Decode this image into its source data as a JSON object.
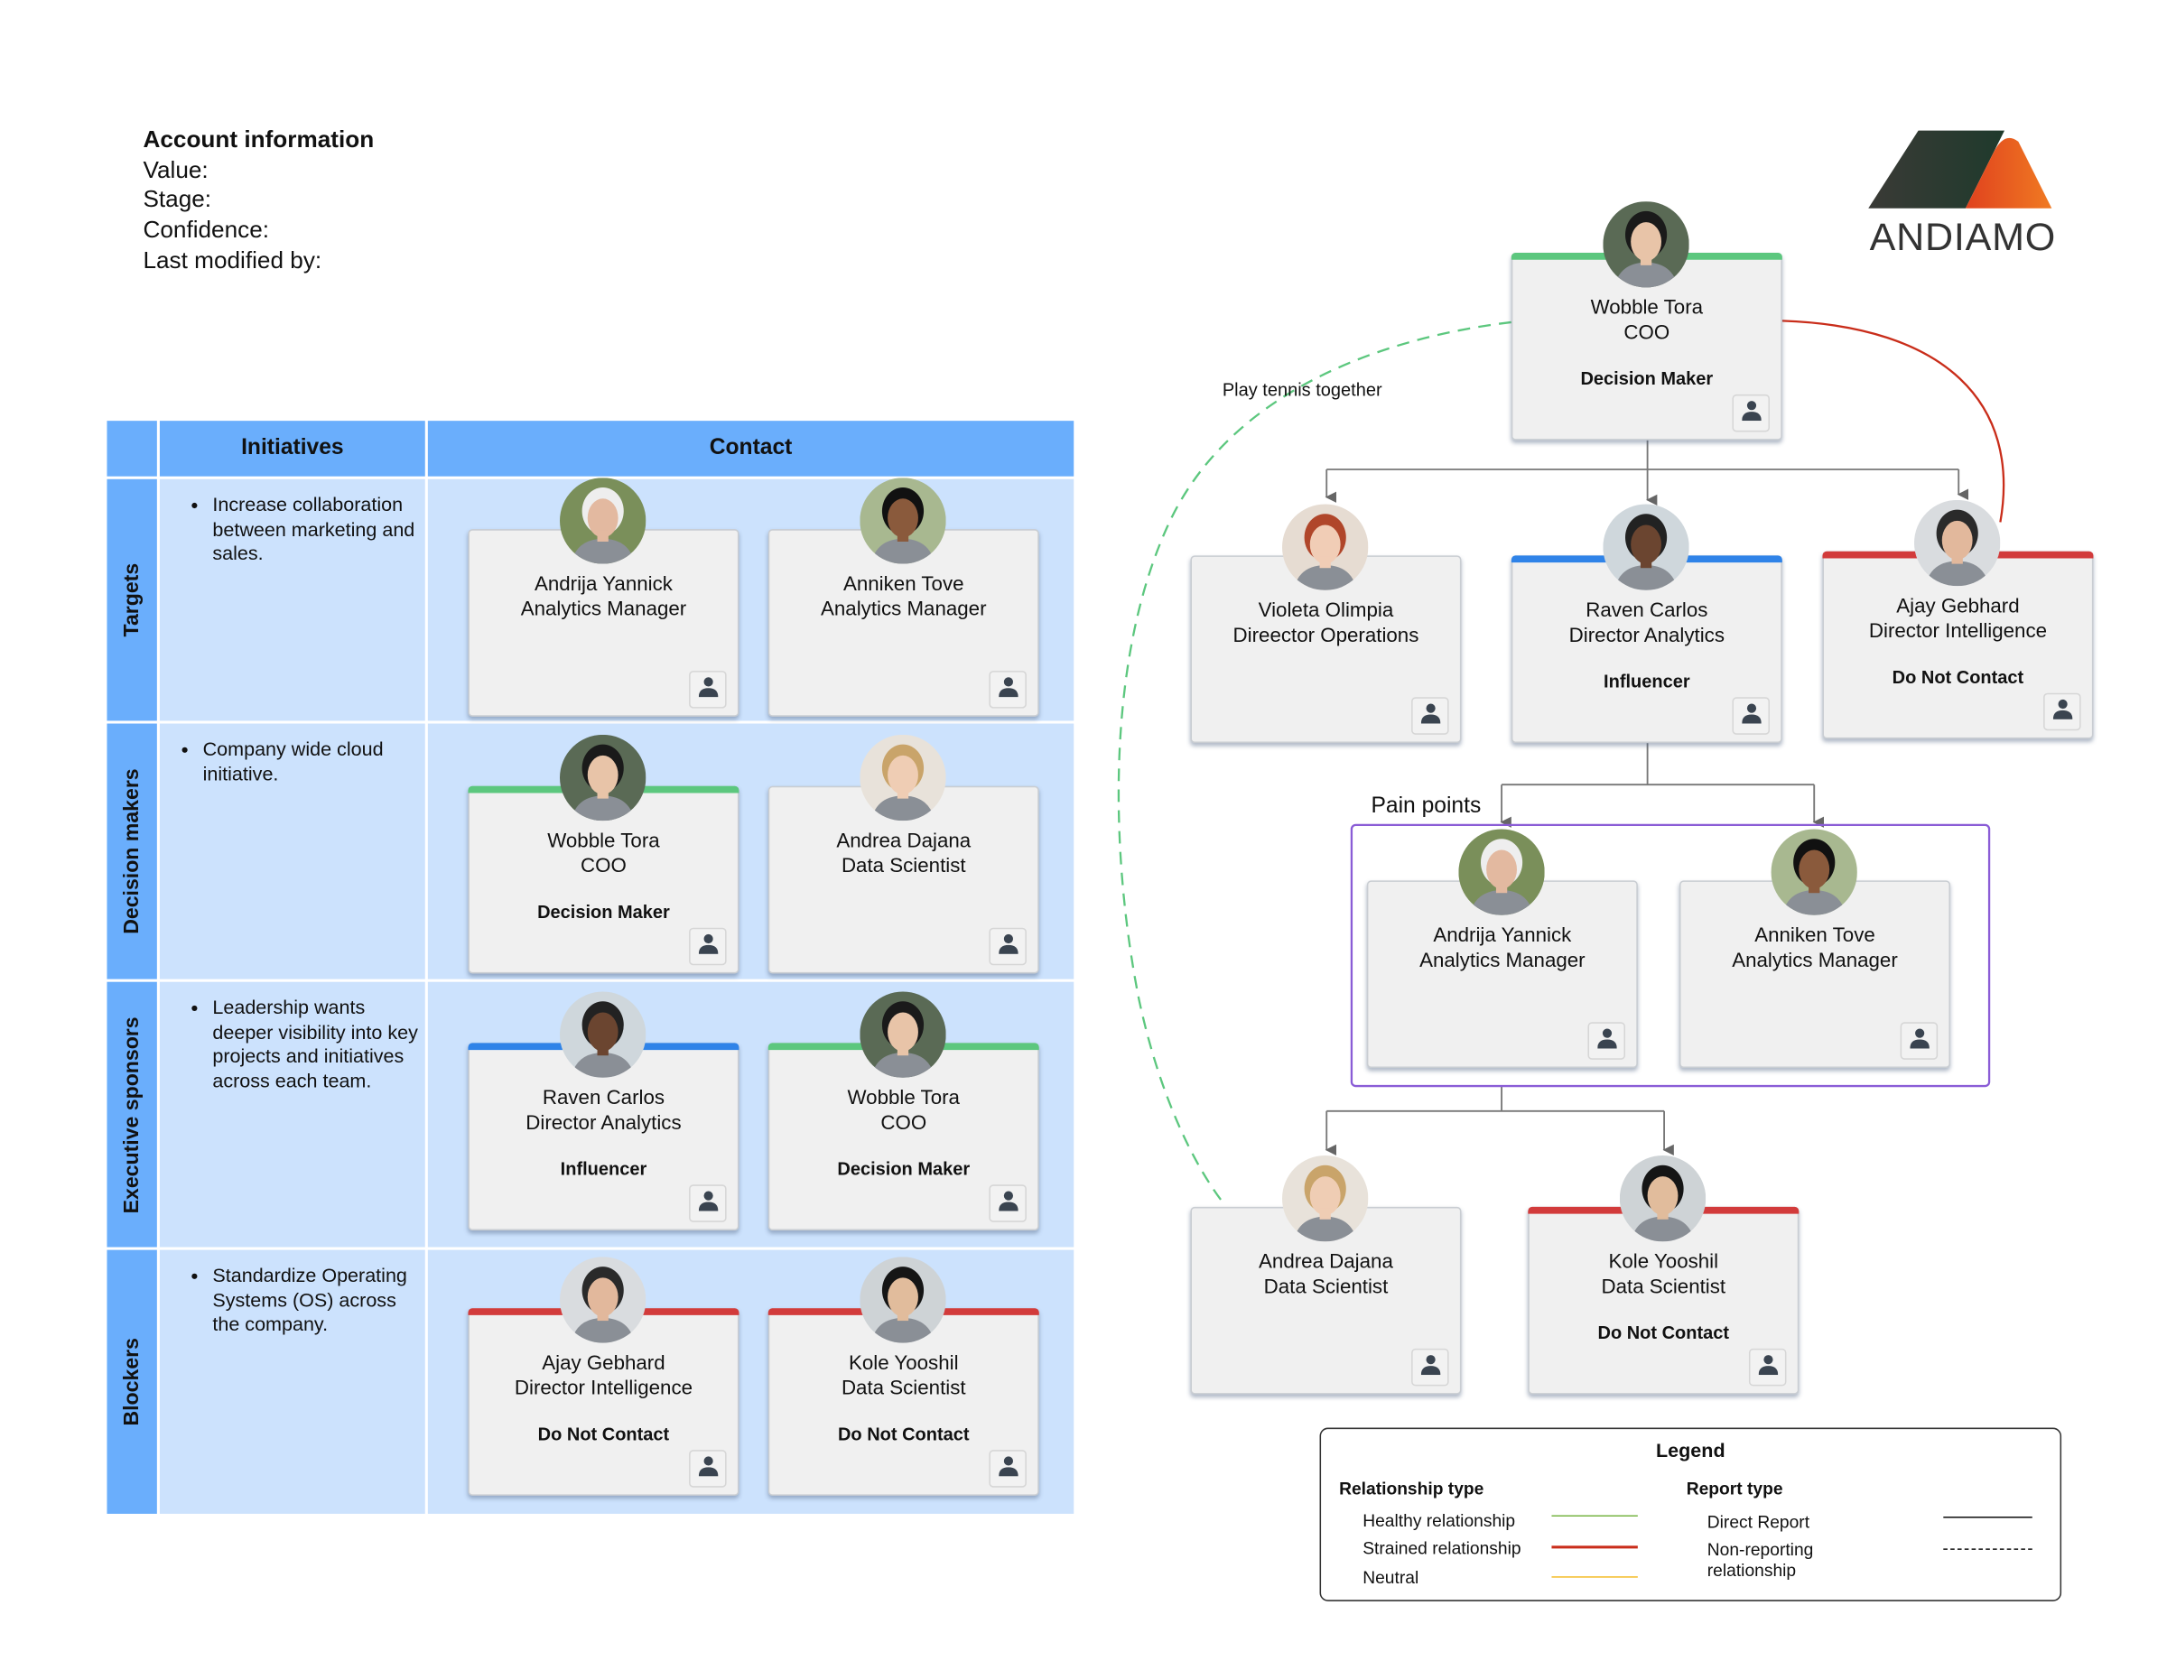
{
  "account": {
    "title": "Account information",
    "fields": [
      "Value:",
      "Stage:",
      "Confidence:",
      "Last modified by:"
    ]
  },
  "logo": {
    "text": "ANDIAMO"
  },
  "table": {
    "headers": {
      "initiatives": "Initiatives",
      "contact": "Contact"
    },
    "rows": [
      {
        "label": "Targets",
        "initiative": "Increase collaboration between marketing and sales."
      },
      {
        "label": "Decision makers",
        "initiative": "Company wide cloud initiative."
      },
      {
        "label": "Executive sponsors",
        "initiative": "Leadership wants deeper visibility into key projects and initiatives across each team."
      },
      {
        "label": "Blockers",
        "initiative": "Standardize Operating Systems (OS) across the company."
      }
    ]
  },
  "status_colors": {
    "Decision Maker": "#5cc77e",
    "Influencer": "#2f83e8",
    "Do Not Contact": "#d23b3b"
  },
  "table_cards": [
    {
      "name": "Andrija Yannick",
      "title": "Analytics Manager",
      "status": ""
    },
    {
      "name": "Anniken Tove",
      "title": "Analytics Manager",
      "status": ""
    },
    {
      "name": "Wobble Tora",
      "title": "COO",
      "status": "Decision Maker"
    },
    {
      "name": "Andrea Dajana",
      "title": "Data Scientist",
      "status": ""
    },
    {
      "name": "Raven Carlos",
      "title": "Director Analytics",
      "status": "Influencer"
    },
    {
      "name": "Wobble Tora",
      "title": "COO",
      "status": "Decision Maker"
    },
    {
      "name": "Ajay Gebhard",
      "title": "Director Intelligence",
      "status": "Do Not Contact"
    },
    {
      "name": "Kole Yooshil",
      "title": "Data Scientist",
      "status": "Do Not Contact"
    }
  ],
  "org_cards": [
    {
      "name": "Wobble Tora",
      "title": "COO",
      "status": "Decision Maker"
    },
    {
      "name": "Violeta Olimpia",
      "title": "Direector Operations",
      "status": ""
    },
    {
      "name": "Raven Carlos",
      "title": "Director Analytics",
      "status": "Influencer"
    },
    {
      "name": "Ajay Gebhard",
      "title": "Director Intelligence",
      "status": "Do Not Contact"
    },
    {
      "name": "Andrija Yannick",
      "title": "Analytics Manager",
      "status": ""
    },
    {
      "name": "Anniken Tove",
      "title": "Analytics Manager",
      "status": ""
    },
    {
      "name": "Andrea Dajana",
      "title": "Data Scientist",
      "status": ""
    },
    {
      "name": "Kole Yooshil",
      "title": "Data Scientist",
      "status": "Do Not Contact"
    }
  ],
  "org": {
    "pain_points_label": "Pain points",
    "tennis_label": "Play tennis together"
  },
  "legend": {
    "title": "Legend",
    "relationship_title": "Relationship type",
    "relationship": [
      {
        "label": "Healthy relationship",
        "color": "#7ab648"
      },
      {
        "label": "Strained relationship",
        "color": "#c92d1a"
      },
      {
        "label": "Neutral",
        "color": "#f5be2e"
      }
    ],
    "report_title": "Report type",
    "report": [
      {
        "label": "Direct Report",
        "style": "solid"
      },
      {
        "label": "Non-reporting relationship",
        "style": "dashed"
      }
    ]
  }
}
